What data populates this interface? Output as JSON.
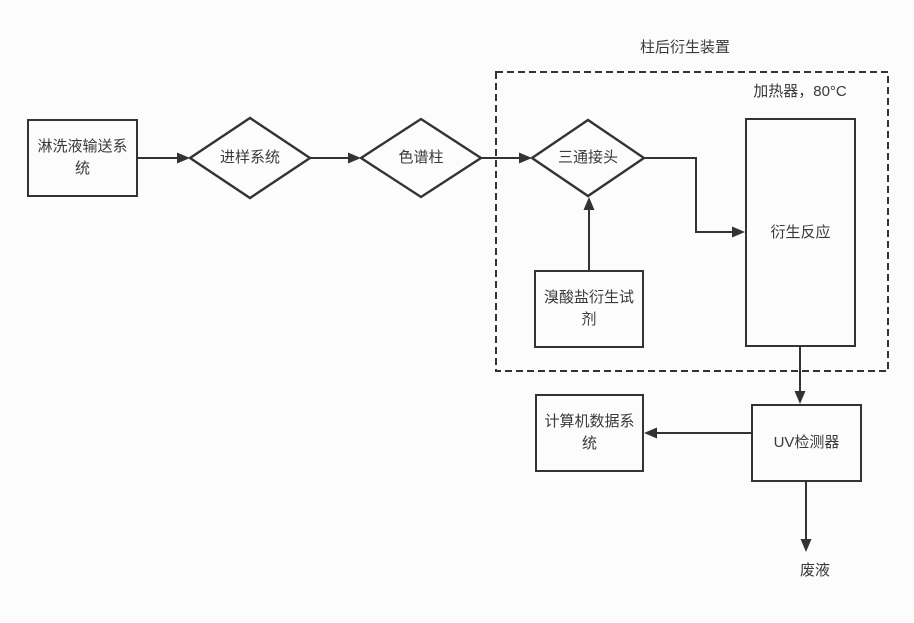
{
  "diagram": {
    "group_title": "柱后衍生装置",
    "heater_label": "加热器，80°C",
    "waste_label": "废液",
    "nodes": {
      "eluent_system": "淋洗液输送系统",
      "injection_system": "进样系统",
      "column": "色谱柱",
      "tee_joint": "三通接头",
      "derivatization_reaction": "衍生反应",
      "bromate_reagent": "溴酸盐衍生试剂",
      "uv_detector": "UV检测器",
      "computer_data_system": "计算机数据系统"
    },
    "colors": {
      "line": "#333333",
      "text": "#3a3a3a",
      "background": "#fcfcfc"
    }
  }
}
